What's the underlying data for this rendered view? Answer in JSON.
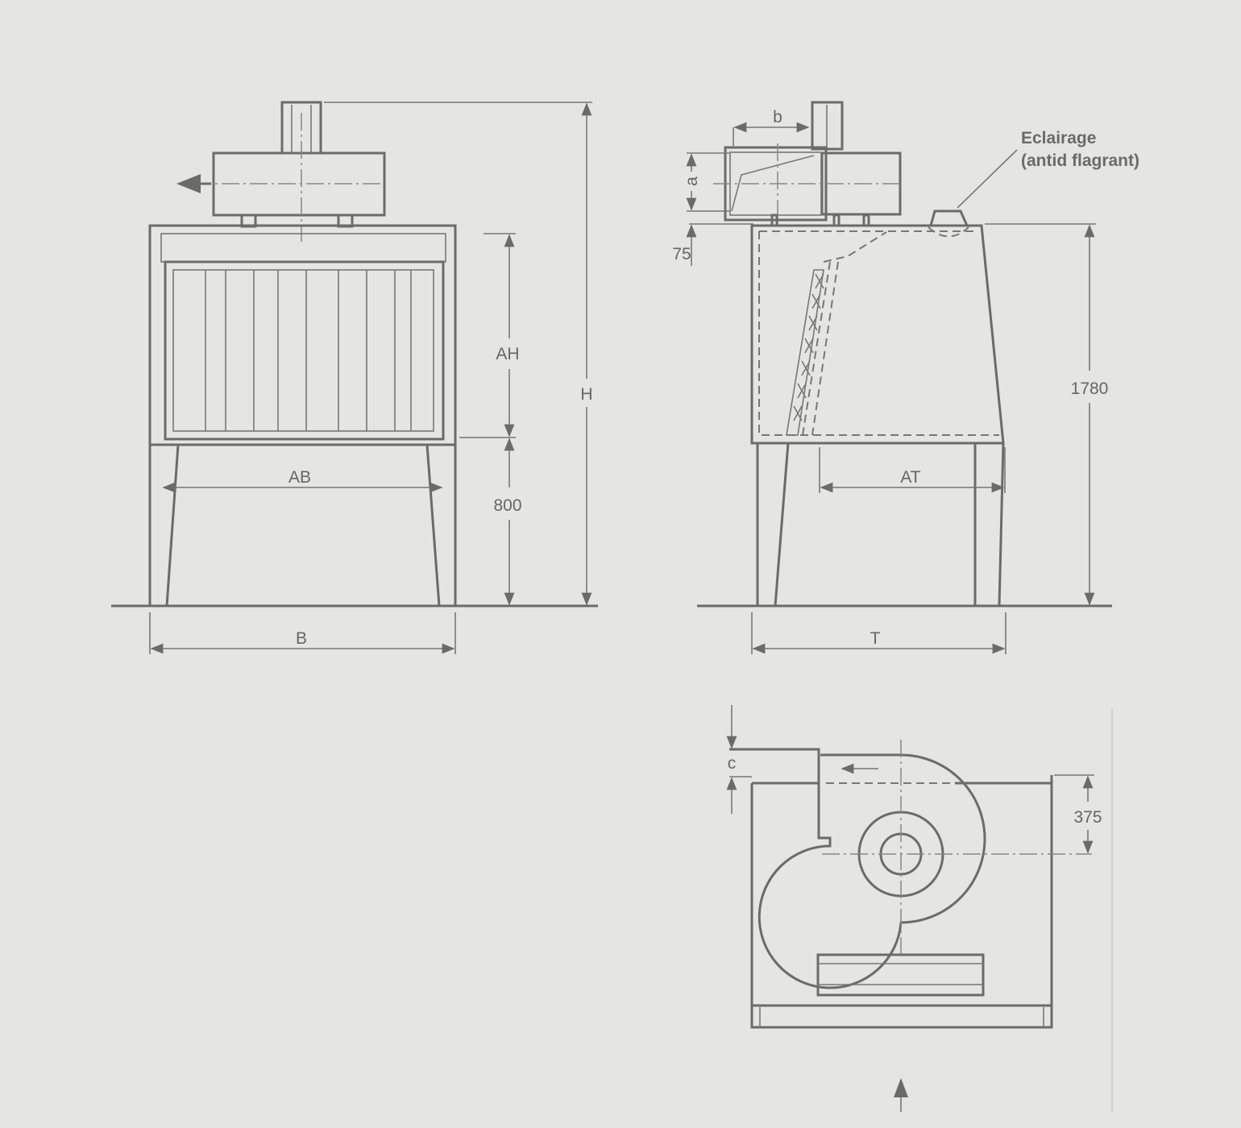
{
  "front_view": {
    "labels": {
      "AH": "AH",
      "H": "H",
      "AB": "AB",
      "height_800": "800",
      "B": "B"
    }
  },
  "side_view": {
    "labels": {
      "b": "b",
      "a": "a",
      "offset_75": "75",
      "height_1780": "1780",
      "AT": "AT",
      "T": "T"
    },
    "callout": {
      "line1": "Eclairage",
      "line2": "(antid flagrant)"
    }
  },
  "plan_view": {
    "labels": {
      "c": "c",
      "dim_375": "375"
    }
  },
  "colors": {
    "background": "#e5e5e3",
    "line": "#6b6b6b"
  }
}
